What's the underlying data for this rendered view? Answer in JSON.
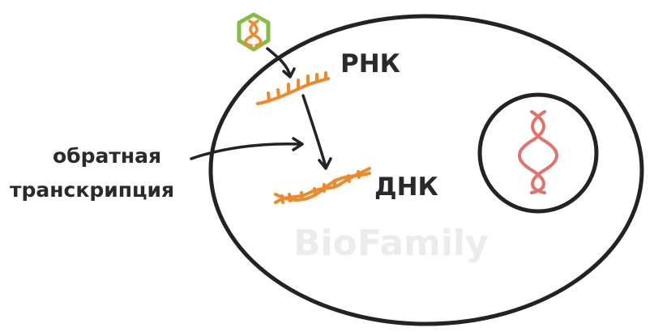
{
  "labels": {
    "rna": "РНК",
    "dna": "ДНК",
    "process_line1": "обратная",
    "process_line2": "транскрипция"
  },
  "watermark": "BioFamily",
  "colors": {
    "outline": "#232323",
    "rna_dna_orange": "#ec8a2c",
    "virus_capsid_green": "#86bd45",
    "chromosome_red": "#e2736b",
    "watermark": "#ececec"
  },
  "icons": {
    "virus": "virus-icon",
    "rna": "rna-strand-icon",
    "dna": "dna-helix-icon",
    "chromosome": "chromosome-icon"
  }
}
